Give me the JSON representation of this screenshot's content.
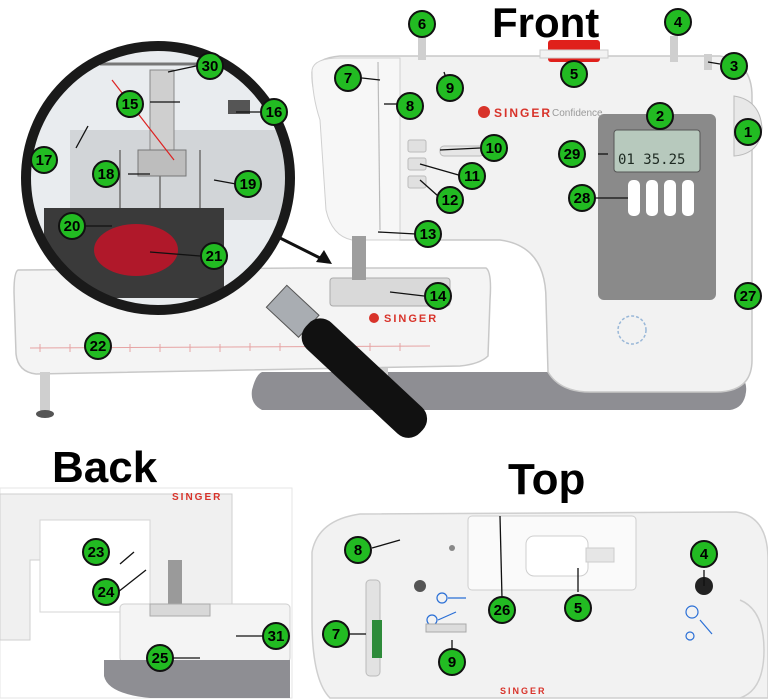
{
  "headings": {
    "front": "Front",
    "back": "Back",
    "top": "Top"
  },
  "brand_text": "SINGER",
  "brand_subtext": "Confidence",
  "display_readout": "01  35.25",
  "callouts": [
    "1",
    "2",
    "3",
    "4",
    "5",
    "6",
    "7",
    "8",
    "9",
    "10",
    "11",
    "12",
    "13",
    "14",
    "15",
    "16",
    "17",
    "18",
    "19",
    "20",
    "21",
    "22",
    "23",
    "24",
    "25",
    "26",
    "27",
    "28",
    "29",
    "30",
    "31",
    "4",
    "5",
    "7",
    "8",
    "9"
  ],
  "colors": {
    "callout_fill": "#22bb22",
    "callout_border": "#111111",
    "machine_body": "#f2f2f2",
    "machine_outline": "#c8c8c8",
    "base_gray": "#8e8e93",
    "panel_gray": "#8a8a8a",
    "spool_red": "#e0201b",
    "brand_red": "#d8332a"
  }
}
